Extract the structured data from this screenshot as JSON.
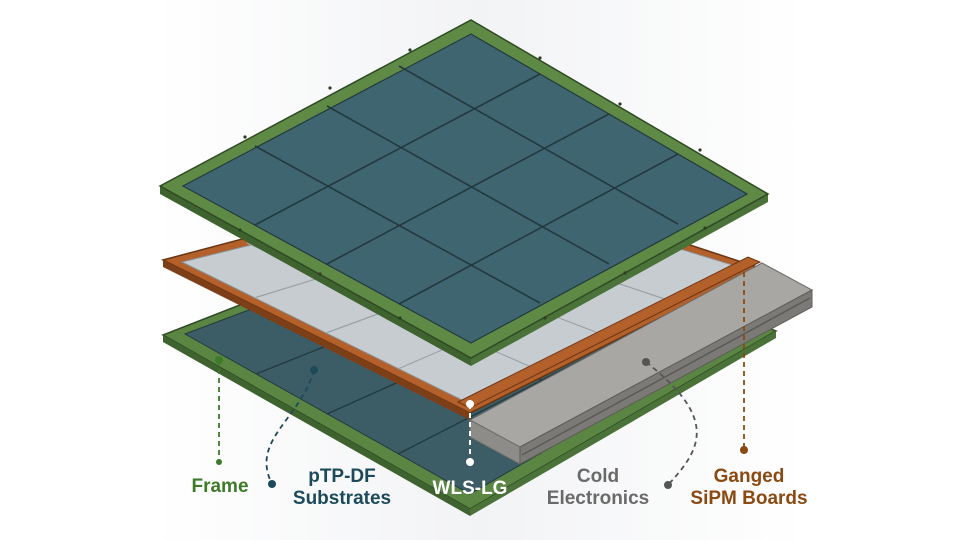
{
  "labels": {
    "frame": {
      "lines": [
        "Frame"
      ],
      "color": "#3d7a2a"
    },
    "substrates": {
      "lines": [
        "pTP-DF",
        "Substrates"
      ],
      "color": "#1d4a5a"
    },
    "wls": {
      "lines": [
        "WLS-LG"
      ],
      "color": "#ffffff"
    },
    "cold": {
      "lines": [
        "Cold",
        "Electronics"
      ],
      "color": "#6a6a6a"
    },
    "sipm": {
      "lines": [
        "Ganged",
        "SiPM Boards"
      ],
      "color": "#8a4a12"
    }
  },
  "colors": {
    "frame_green": "#5e8a45",
    "tile_blue": "#3f6670",
    "copper": "#b4602a",
    "light_panel": "#c6ccd0",
    "electronics_grey": "#9a9a98"
  }
}
